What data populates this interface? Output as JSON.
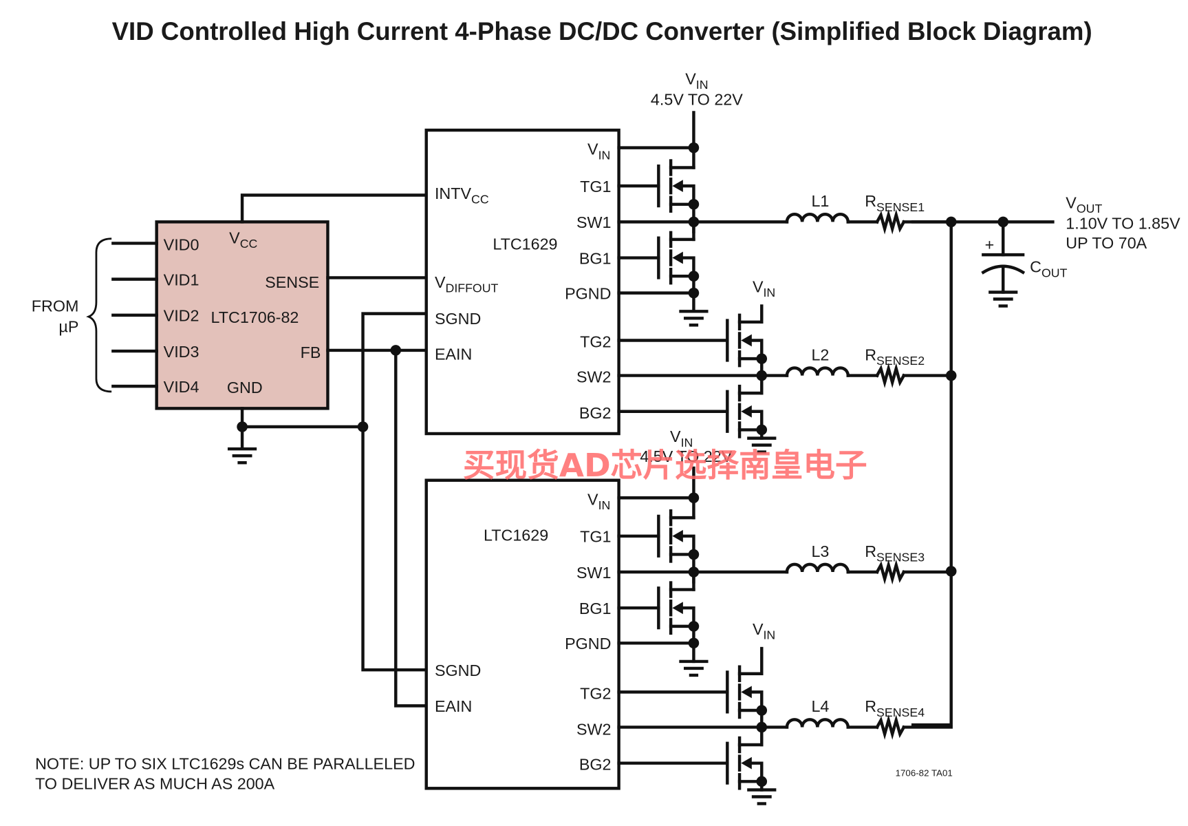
{
  "title": "VID Controlled High Current 4-Phase DC/DC Converter (Simplified Block Diagram)",
  "colors": {
    "vid_chip_fill": "#e3c1ba",
    "watermark": "#ff6b6b",
    "ink": "#111111"
  },
  "vid_chip": {
    "name": "LTC1706-82",
    "pins_left": [
      "VID0",
      "VID1",
      "VID2",
      "VID3",
      "VID4"
    ],
    "vcc": "V",
    "vcc_sub": "CC",
    "sense": "SENSE",
    "fb": "FB",
    "gnd": "GND"
  },
  "from_up": {
    "line1": "FROM",
    "line2": "µP"
  },
  "controller_top": {
    "name": "LTC1629",
    "left_pins": {
      "intvcc": "INTV",
      "intvcc_sub": "CC",
      "vdiffout": "V",
      "vdiffout_sub": "DIFFOUT",
      "sgnd": "SGND",
      "eain": "EAIN"
    },
    "right_pins": {
      "vin": "V",
      "vin_sub": "IN",
      "tg1": "TG1",
      "sw1": "SW1",
      "bg1": "BG1",
      "pgnd": "PGND",
      "tg2": "TG2",
      "sw2": "SW2",
      "bg2": "BG2"
    }
  },
  "controller_bottom": {
    "name": "LTC1629",
    "left_pins": {
      "sgnd": "SGND",
      "eain": "EAIN"
    },
    "right_pins": {
      "vin": "V",
      "vin_sub": "IN",
      "tg1": "TG1",
      "sw1": "SW1",
      "bg1": "BG1",
      "pgnd": "PGND",
      "tg2": "TG2",
      "sw2": "SW2",
      "bg2": "BG2"
    }
  },
  "vin_supply": {
    "label": "V",
    "label_sub": "IN",
    "range": "4.5V TO 22V"
  },
  "vin_local": {
    "label": "V",
    "label_sub": "IN"
  },
  "phases": [
    {
      "inductor": "L1",
      "rsense": "R",
      "rsense_sub": "SENSE1"
    },
    {
      "inductor": "L2",
      "rsense": "R",
      "rsense_sub": "SENSE2"
    },
    {
      "inductor": "L3",
      "rsense": "R",
      "rsense_sub": "SENSE3"
    },
    {
      "inductor": "L4",
      "rsense": "R",
      "rsense_sub": "SENSE4"
    }
  ],
  "output": {
    "label": "V",
    "label_sub": "OUT",
    "range": "1.10V TO 1.85V",
    "current": "UP TO 70A"
  },
  "cout": {
    "label": "C",
    "label_sub": "OUT",
    "polarity": "+"
  },
  "note": {
    "line1": "NOTE: UP TO SIX LTC1629s CAN BE PARALLELED",
    "line2": "TO DELIVER AS MUCH AS 200A"
  },
  "figure_id": "1706-82 TA01",
  "watermark": "买现货AD芯片选择南皇电子"
}
